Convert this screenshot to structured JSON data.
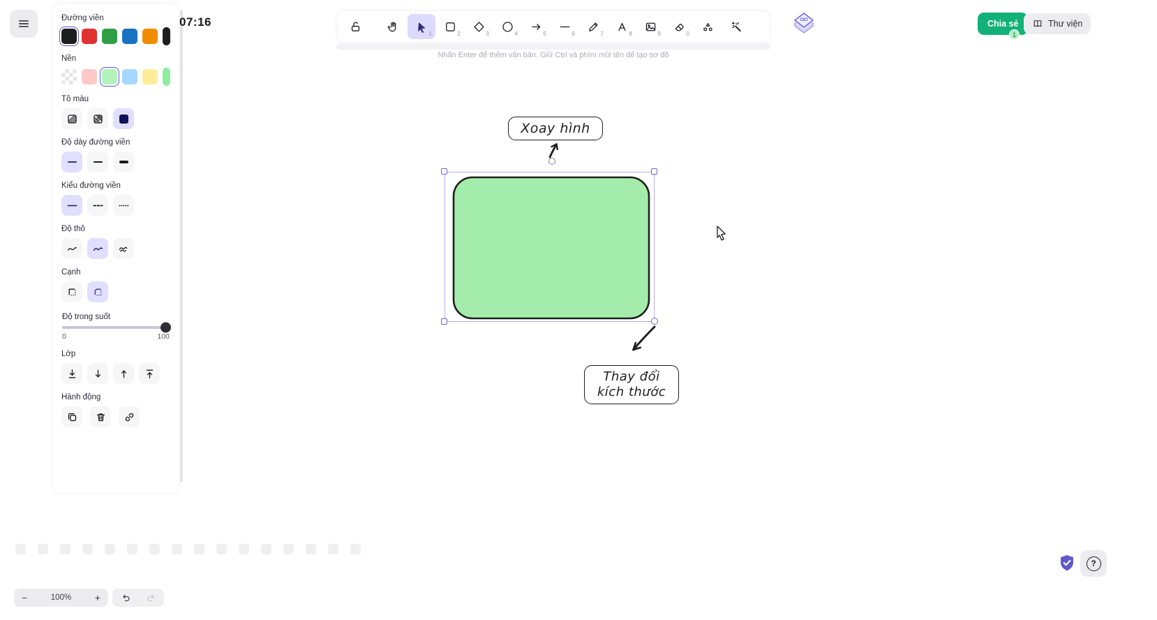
{
  "app": {
    "time": "07:16"
  },
  "toolbar": {
    "hint": "Nhấn Enter để thêm văn bản. Giữ Ctrl và phím mũi tên để tạo sơ đồ",
    "active_tool": "selection",
    "tools": [
      {
        "name": "lock",
        "shortcut": ""
      },
      {
        "name": "hand",
        "shortcut": ""
      },
      {
        "name": "selection",
        "shortcut": "1"
      },
      {
        "name": "rectangle",
        "shortcut": "2"
      },
      {
        "name": "diamond",
        "shortcut": "3"
      },
      {
        "name": "ellipse",
        "shortcut": "4"
      },
      {
        "name": "arrow",
        "shortcut": "5"
      },
      {
        "name": "line",
        "shortcut": "6"
      },
      {
        "name": "draw",
        "shortcut": "7"
      },
      {
        "name": "text",
        "shortcut": "8"
      },
      {
        "name": "image",
        "shortcut": "9"
      },
      {
        "name": "eraser",
        "shortcut": "0"
      },
      {
        "name": "frame",
        "shortcut": ""
      },
      {
        "name": "magic-wand",
        "shortcut": ""
      }
    ]
  },
  "header_right": {
    "share_label": "Chia sẻ",
    "share_badge": "1",
    "library_label": "Thư viện"
  },
  "panel": {
    "stroke": {
      "label": "Đường viền",
      "colors": [
        "#1e1e1e",
        "#e03131",
        "#2f9e44",
        "#1971c2",
        "#f08c00"
      ],
      "selected_index": 0,
      "current": "#1e1e1e"
    },
    "background": {
      "label": "Nền",
      "colors": [
        "transparent",
        "#ffc9c9",
        "#b2f2bb",
        "#a5d8ff",
        "#ffec99"
      ],
      "selected_index": 2,
      "current": "#8ceda1"
    },
    "fill": {
      "label": "Tô màu",
      "options": [
        "hachure",
        "cross-hatch",
        "solid"
      ],
      "selected": "solid",
      "solid_color": "#121258"
    },
    "stroke_width": {
      "label": "Độ dày đường viền",
      "options": [
        "thin",
        "bold",
        "extra-bold"
      ],
      "selected": "thin"
    },
    "stroke_style": {
      "label": "Kiểu đường viền",
      "options": [
        "solid",
        "dashed",
        "dotted"
      ],
      "selected": "solid"
    },
    "sloppiness": {
      "label": "Độ thô",
      "options": [
        "architect",
        "artist",
        "cartoonist"
      ],
      "selected": "artist"
    },
    "edges": {
      "label": "Cạnh",
      "options": [
        "sharp",
        "round"
      ],
      "selected": "round"
    },
    "opacity": {
      "label": "Độ trong suốt",
      "min": "0",
      "max": "100",
      "value": 100
    },
    "layers": {
      "label": "Lớp",
      "buttons": [
        "send-to-back",
        "send-backward",
        "bring-forward",
        "bring-to-front"
      ]
    },
    "actions": {
      "label": "Hành động",
      "buttons": [
        "duplicate",
        "delete",
        "link"
      ]
    }
  },
  "canvas": {
    "annotations": {
      "rotate": "Xoay hình",
      "resize": "Thay đổi kích thước"
    },
    "shape": {
      "type": "rectangle",
      "fill": "#a4ecab",
      "stroke": "#1e1e1e"
    },
    "selection_accent": "#6965db"
  },
  "footer": {
    "zoom_out": "−",
    "zoom_level": "100%",
    "zoom_in": "+",
    "help": "?"
  },
  "colors": {
    "accent_purple": "#6965db",
    "selected_bg": "#e0dfff",
    "share_green": "#12b177"
  }
}
